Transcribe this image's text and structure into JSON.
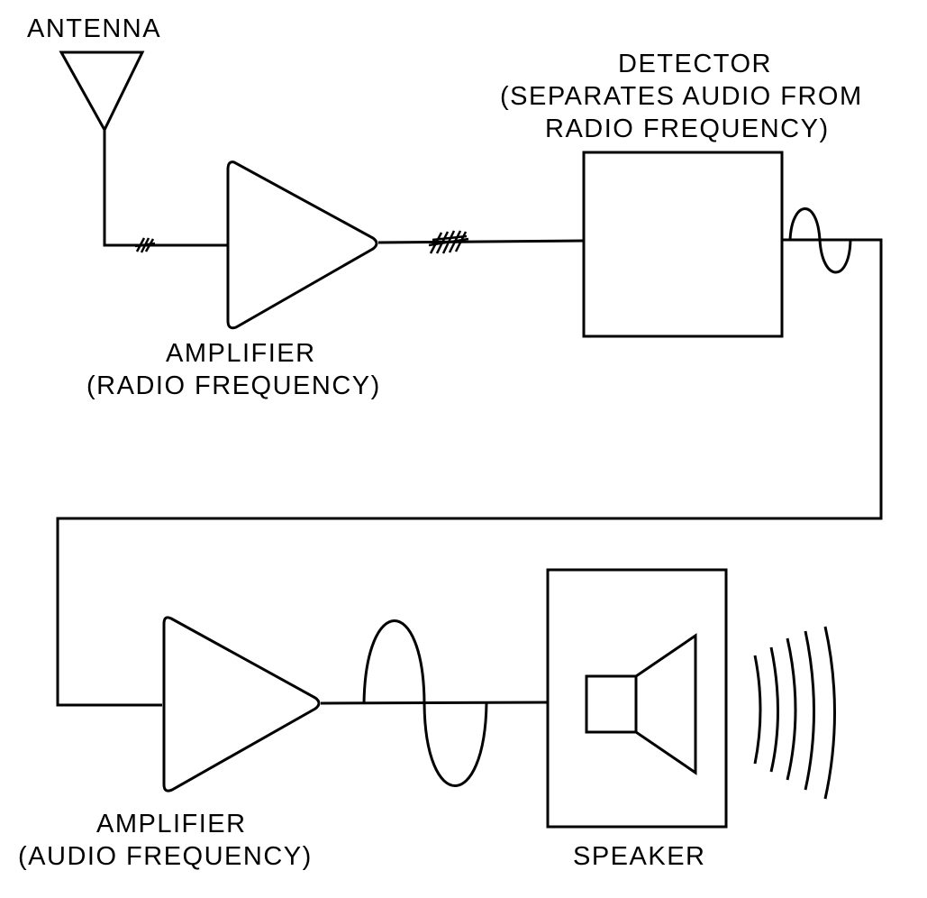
{
  "labels": {
    "antenna": "ANTENNA",
    "detector_title": "DETECTOR",
    "detector_line1": "(SEPARATES AUDIO FROM",
    "detector_line2": "RADIO FREQUENCY)",
    "rf_amp_title": "AMPLIFIER",
    "rf_amp_sub": "(RADIO FREQUENCY)",
    "af_amp_title": "AMPLIFIER",
    "af_amp_sub": "(AUDIO FREQUENCY)",
    "speaker": "SPEAKER"
  },
  "colors": {
    "stroke": "#000000",
    "background": "#ffffff"
  }
}
